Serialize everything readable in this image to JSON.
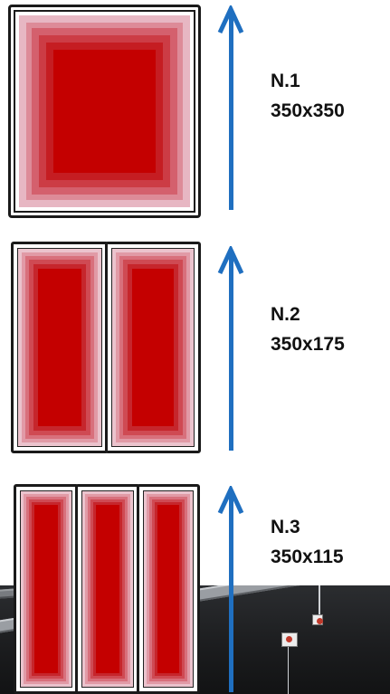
{
  "panels": [
    {
      "id": "N.1",
      "label": "N.1",
      "size": "350x350",
      "columns": 1
    },
    {
      "id": "N.2",
      "label": "N.2",
      "size": "350x175",
      "columns": 2
    },
    {
      "id": "N.3",
      "label": "N.3",
      "size": "350x115",
      "columns": 3
    }
  ],
  "colors": {
    "heat_core": "#c40000",
    "arrow": "#1f6fc0",
    "frame": "#1a1a1a"
  }
}
